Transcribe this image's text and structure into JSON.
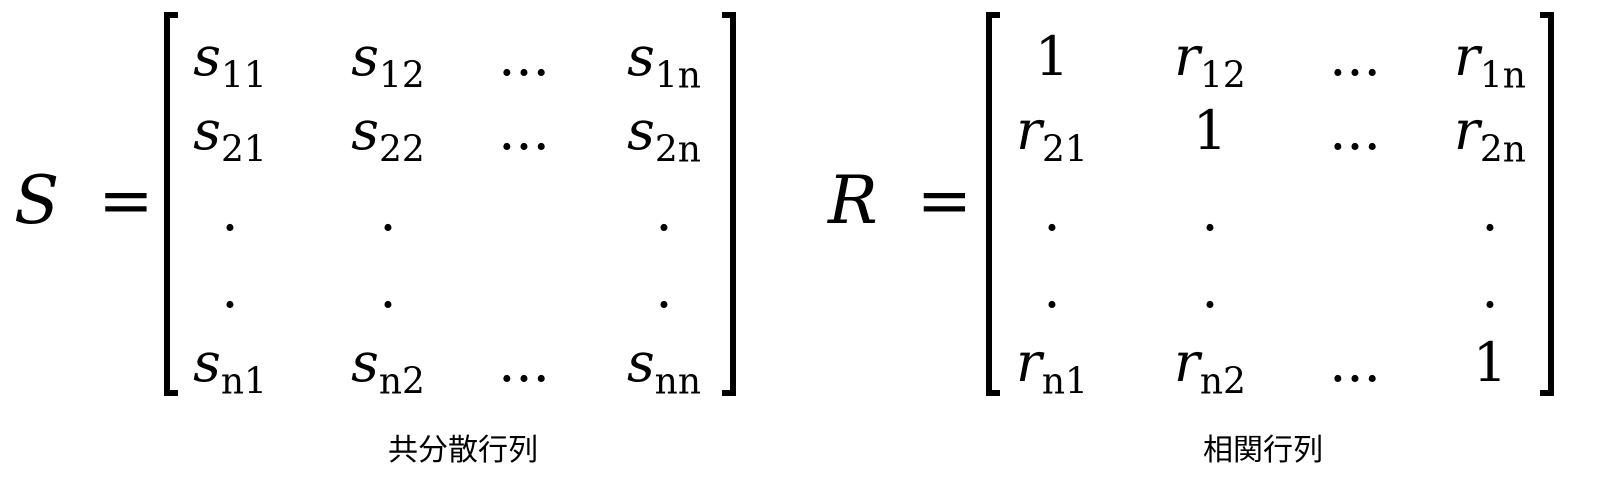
{
  "covariance": {
    "symbol": "S",
    "equals": "=",
    "caption": "共分散行列",
    "rows": [
      [
        {
          "base": "s",
          "sub": "11"
        },
        {
          "base": "s",
          "sub": "12"
        },
        {
          "base": "...",
          "sub": ""
        },
        {
          "base": "s",
          "sub": "1n"
        }
      ],
      [
        {
          "base": "s",
          "sub": "21"
        },
        {
          "base": "s",
          "sub": "22"
        },
        {
          "base": "...",
          "sub": ""
        },
        {
          "base": "s",
          "sub": "2n"
        }
      ],
      [
        {
          "base": ".",
          "sub": ""
        },
        {
          "base": ".",
          "sub": ""
        },
        {
          "base": "",
          "sub": ""
        },
        {
          "base": ".",
          "sub": ""
        }
      ],
      [
        {
          "base": ".",
          "sub": ""
        },
        {
          "base": ".",
          "sub": ""
        },
        {
          "base": "",
          "sub": ""
        },
        {
          "base": ".",
          "sub": ""
        }
      ],
      [
        {
          "base": "s",
          "sub": "n1"
        },
        {
          "base": "s",
          "sub": "n2"
        },
        {
          "base": "...",
          "sub": ""
        },
        {
          "base": "s",
          "sub": "nn"
        }
      ]
    ]
  },
  "correlation": {
    "symbol": "R",
    "equals": "=",
    "caption": "相関行列",
    "rows": [
      [
        {
          "base": "1",
          "sub": ""
        },
        {
          "base": "r",
          "sub": "12"
        },
        {
          "base": "...",
          "sub": ""
        },
        {
          "base": "r",
          "sub": "1n"
        }
      ],
      [
        {
          "base": "r",
          "sub": "21"
        },
        {
          "base": "1",
          "sub": ""
        },
        {
          "base": "...",
          "sub": ""
        },
        {
          "base": "r",
          "sub": "2n"
        }
      ],
      [
        {
          "base": ".",
          "sub": ""
        },
        {
          "base": ".",
          "sub": ""
        },
        {
          "base": "",
          "sub": ""
        },
        {
          "base": ".",
          "sub": ""
        }
      ],
      [
        {
          "base": ".",
          "sub": ""
        },
        {
          "base": ".",
          "sub": ""
        },
        {
          "base": "",
          "sub": ""
        },
        {
          "base": ".",
          "sub": ""
        }
      ],
      [
        {
          "base": "r",
          "sub": "n1"
        },
        {
          "base": "r",
          "sub": "n2"
        },
        {
          "base": "...",
          "sub": ""
        },
        {
          "base": "1",
          "sub": ""
        }
      ]
    ]
  }
}
